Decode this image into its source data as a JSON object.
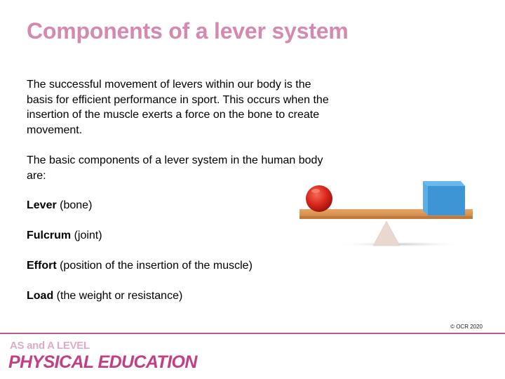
{
  "slide": {
    "title": "Components of a lever system",
    "paragraphs": [
      "The successful movement of levers within our body is the basis for efficient performance in sport. This occurs when the insertion of the muscle exerts a force on the bone to create movement.",
      "The basic components of a lever system in the human body are:"
    ],
    "components": [
      {
        "term": "Lever",
        "desc": " (bone)"
      },
      {
        "term": "Fulcrum",
        "desc": " (joint)"
      },
      {
        "term": "Effort",
        "desc": " (position of the insertion of the muscle)"
      },
      {
        "term": "Load",
        "desc": " (the weight or resistance)"
      }
    ],
    "illustration": {
      "description": "Seesaw lever with red ball and blue cube balanced on a triangular fulcrum",
      "colors": {
        "ball": "#d8261c",
        "cube": "#3d95d6",
        "plank": "#d9914e",
        "fulcrum": "#e8d8d0"
      }
    }
  },
  "footer": {
    "copyright": "© OCR 2020",
    "brand_sub": "AS and A LEVEL",
    "brand_main": "PHYSICAL EDUCATION",
    "colors": {
      "divider": "#b65c95",
      "brand_main": "#c13f82",
      "brand_sub": "#e2a9c7",
      "title": "#d48ab0"
    }
  }
}
